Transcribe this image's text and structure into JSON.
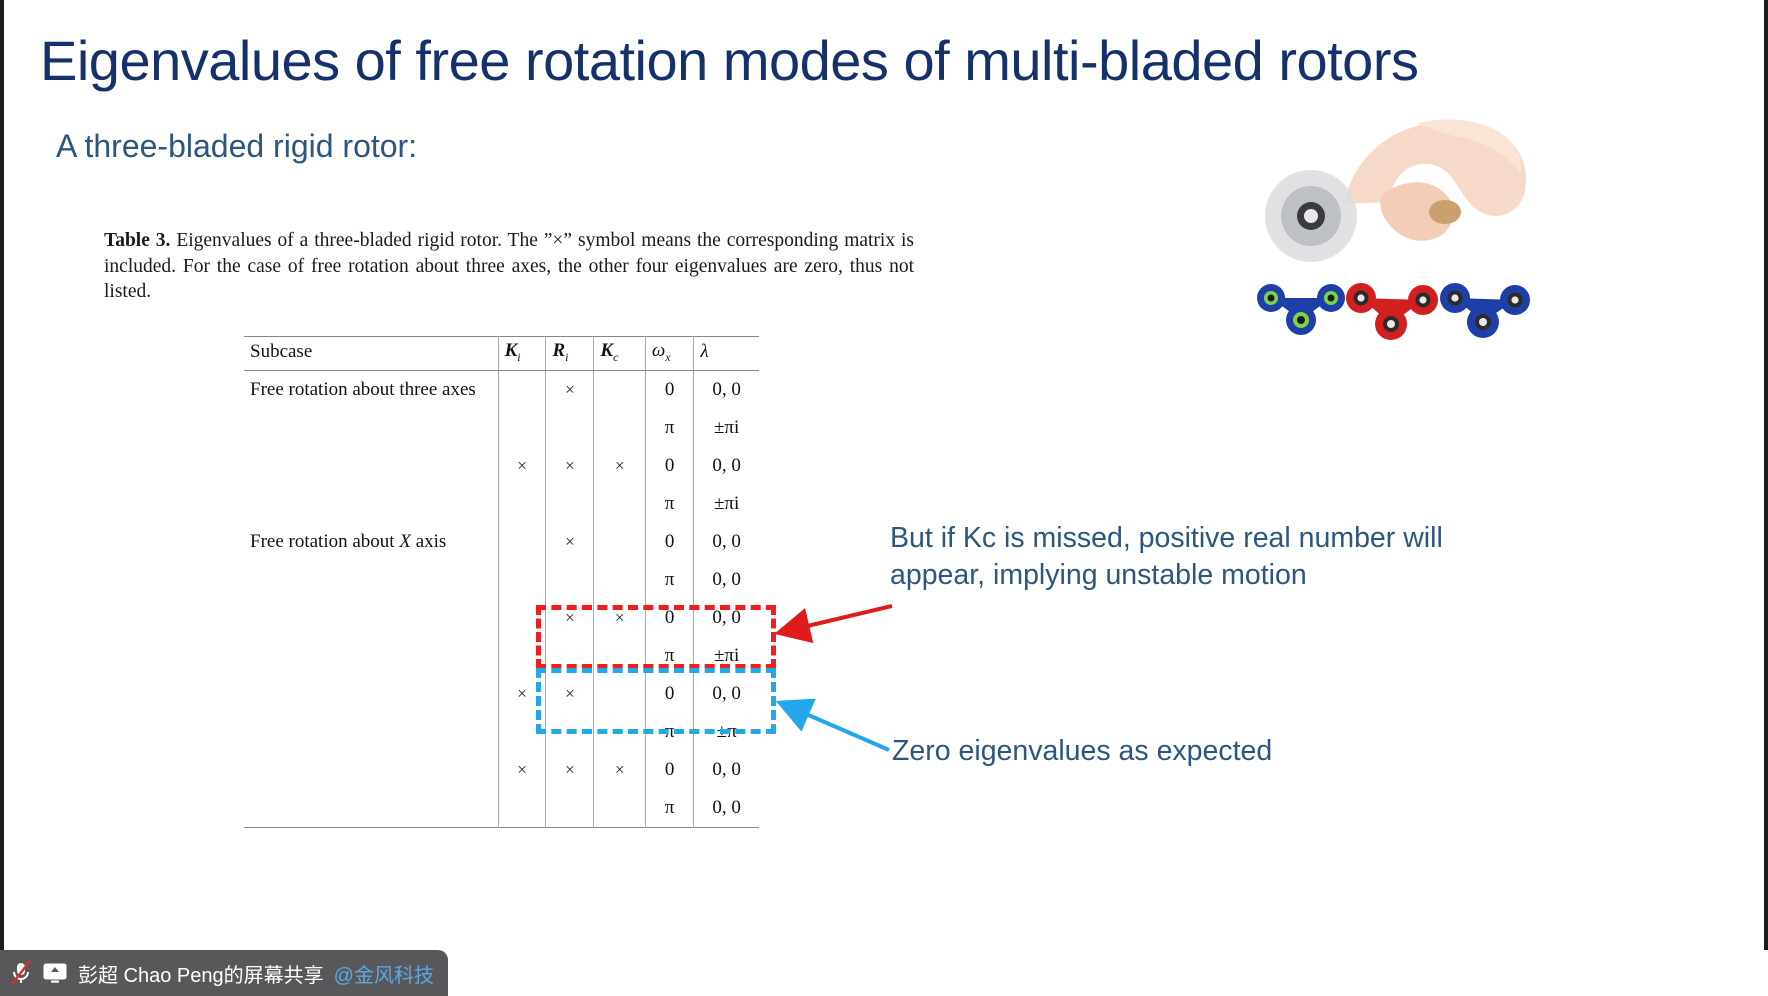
{
  "slide": {
    "title": "Eigenvalues of free rotation modes of multi-bladed rotors",
    "subtitle": "A three-bladed rigid rotor:",
    "title_color": "#16306b",
    "subtitle_color": "#2e5580"
  },
  "figure": {
    "caption_label": "Table 3.",
    "caption_text": "Eigenvalues of a three-bladed rigid rotor. The ”×” symbol means the corresponding matrix is included. For the case of free rotation about three axes, the other four eigenvalues are zero, thus not listed.",
    "table": {
      "headers": [
        "Subcase",
        "K",
        "R",
        "K",
        "ω",
        "λ"
      ],
      "header_display": [
        "Subcase",
        "K i",
        "R i",
        "K c",
        "ω x",
        "λ"
      ],
      "header_subscripts": [
        "",
        "i",
        "i",
        "c",
        "x",
        ""
      ],
      "x_symbol": "×",
      "groups": [
        {
          "subcase": "Free rotation about three axes",
          "rows": [
            {
              "Ki": "",
              "Ri": "×",
              "Kc": "",
              "omega": "0",
              "lambda": "0, 0"
            },
            {
              "Ki": "",
              "Ri": "",
              "Kc": "",
              "omega": "π",
              "lambda": "±πi"
            }
          ]
        },
        {
          "subcase": "",
          "rows": [
            {
              "Ki": "×",
              "Ri": "×",
              "Kc": "×",
              "omega": "0",
              "lambda": "0, 0"
            },
            {
              "Ki": "",
              "Ri": "",
              "Kc": "",
              "omega": "π",
              "lambda": "±πi"
            }
          ]
        },
        {
          "subcase": "Free rotation about X axis",
          "rows": [
            {
              "Ki": "",
              "Ri": "×",
              "Kc": "",
              "omega": "0",
              "lambda": "0, 0"
            },
            {
              "Ki": "",
              "Ri": "",
              "Kc": "",
              "omega": "π",
              "lambda": "0, 0"
            }
          ]
        },
        {
          "subcase": "",
          "rows": [
            {
              "Ki": "",
              "Ri": "×",
              "Kc": "×",
              "omega": "0",
              "lambda": "0, 0"
            },
            {
              "Ki": "",
              "Ri": "",
              "Kc": "",
              "omega": "π",
              "lambda": "±πi"
            }
          ]
        },
        {
          "subcase": "",
          "highlight": "red",
          "rows": [
            {
              "Ki": "×",
              "Ri": "×",
              "Kc": "",
              "omega": "0",
              "lambda": "0, 0"
            },
            {
              "Ki": "",
              "Ri": "",
              "Kc": "",
              "omega": "π",
              "lambda": "±π"
            }
          ]
        },
        {
          "subcase": "",
          "highlight": "blue",
          "rows": [
            {
              "Ki": "×",
              "Ri": "×",
              "Kc": "×",
              "omega": "0",
              "lambda": "0, 0"
            },
            {
              "Ki": "",
              "Ri": "",
              "Kc": "",
              "omega": "π",
              "lambda": "0, 0"
            }
          ]
        }
      ]
    }
  },
  "annotations": [
    {
      "id": "red-note",
      "text": "But if Kc is missed, positive real number will appear, implying unstable motion",
      "color": "#2e5580",
      "arrow_color": "#e01b1b"
    },
    {
      "id": "blue-note",
      "text": "Zero eigenvalues as expected",
      "color": "#2e5580",
      "arrow_color": "#21a7ea"
    }
  ],
  "highlight_colors": {
    "red": "#f31b1b",
    "blue": "#21a7ea"
  },
  "sharebar": {
    "mic_icon": "microphone-muted-icon",
    "screen_icon": "screen-share-icon",
    "text": "彭超 Chao Peng的屏幕共享",
    "handle": "@金风科技",
    "background": "#58585a",
    "handle_color": "#5aa9e6"
  }
}
